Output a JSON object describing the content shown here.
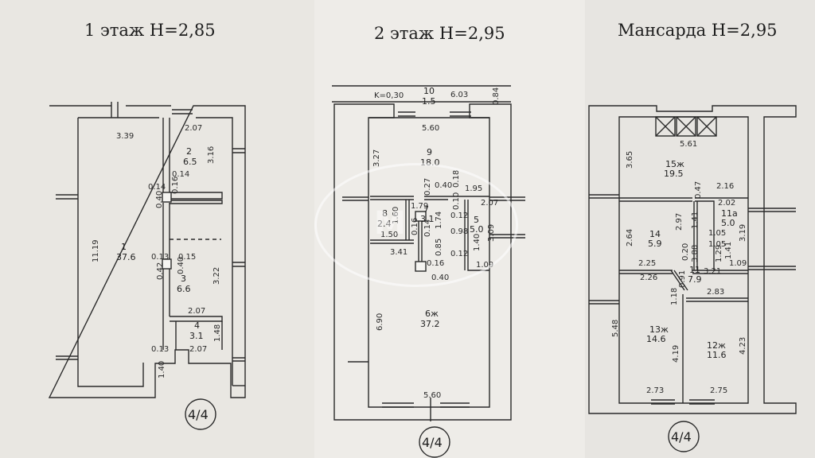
{
  "titles": {
    "floor1": "1 этаж H=2,85",
    "floor2": "2 этаж H=2,95",
    "attic": "Мансарда H=2,95"
  },
  "sheet": "4/4",
  "watermark": "M",
  "floor1": {
    "rooms": [
      {
        "number": "1",
        "area": "37.6"
      },
      {
        "number": "2",
        "area": "6.5"
      },
      {
        "number": "3",
        "area": "6.6"
      },
      {
        "number": "4",
        "area": "3.1"
      }
    ],
    "dims": [
      "3.39",
      "2.07",
      "3.16",
      "0.14",
      "0.14",
      "0.40",
      "0.16",
      "11.19",
      "0.13",
      "0.15",
      "0.42",
      "0.40",
      "3.22",
      "2.07",
      "1.48",
      "0.13",
      "2.07",
      "1.40"
    ]
  },
  "floor2": {
    "k_label": "K=0,30",
    "rooms": [
      {
        "number": "10",
        "area": "1.5"
      },
      {
        "number": "9",
        "area": "18.0"
      },
      {
        "number": "8",
        "area": "2.4"
      },
      {
        "number": "7",
        "area": "3.1"
      },
      {
        "number": "5",
        "area": "5.0"
      },
      {
        "number": "6ж",
        "area": "37.2"
      }
    ],
    "dims": [
      "6.03",
      "0.84",
      "5.60",
      "3.27",
      "0.27",
      "0.40",
      "0.18",
      "1.95",
      "1.79",
      "1.60",
      "0.10",
      "2.07",
      "0.12",
      "0.14",
      "0.16",
      "1.74",
      "0.98",
      "3.09",
      "1.50",
      "1.40",
      "3.41",
      "0.85",
      "0.12",
      "0.16",
      "0.40",
      "1.09",
      "6.90",
      "5.60"
    ]
  },
  "attic": {
    "rooms": [
      {
        "number": "15ж",
        "area": "19.5"
      },
      {
        "number": "11а",
        "area": "5.0"
      },
      {
        "number": "14",
        "area": "5.9"
      },
      {
        "number": "11",
        "area": "7.9"
      },
      {
        "number": "13ж",
        "area": "14.6"
      },
      {
        "number": "12ж",
        "area": "11.6"
      }
    ],
    "dims": [
      "5.61",
      "3.65",
      "0.47",
      "2.16",
      "2.02",
      "2.97",
      "1.41",
      "2.64",
      "1.05",
      "1.05",
      "3.19",
      "3.88",
      "1.29",
      "1.41",
      "2.25",
      "0.20",
      "3.21",
      "1.09",
      "2.26",
      "0.91",
      "2.83",
      "1.18",
      "5.48",
      "4.19",
      "4.23",
      "2.73",
      "2.75"
    ]
  }
}
